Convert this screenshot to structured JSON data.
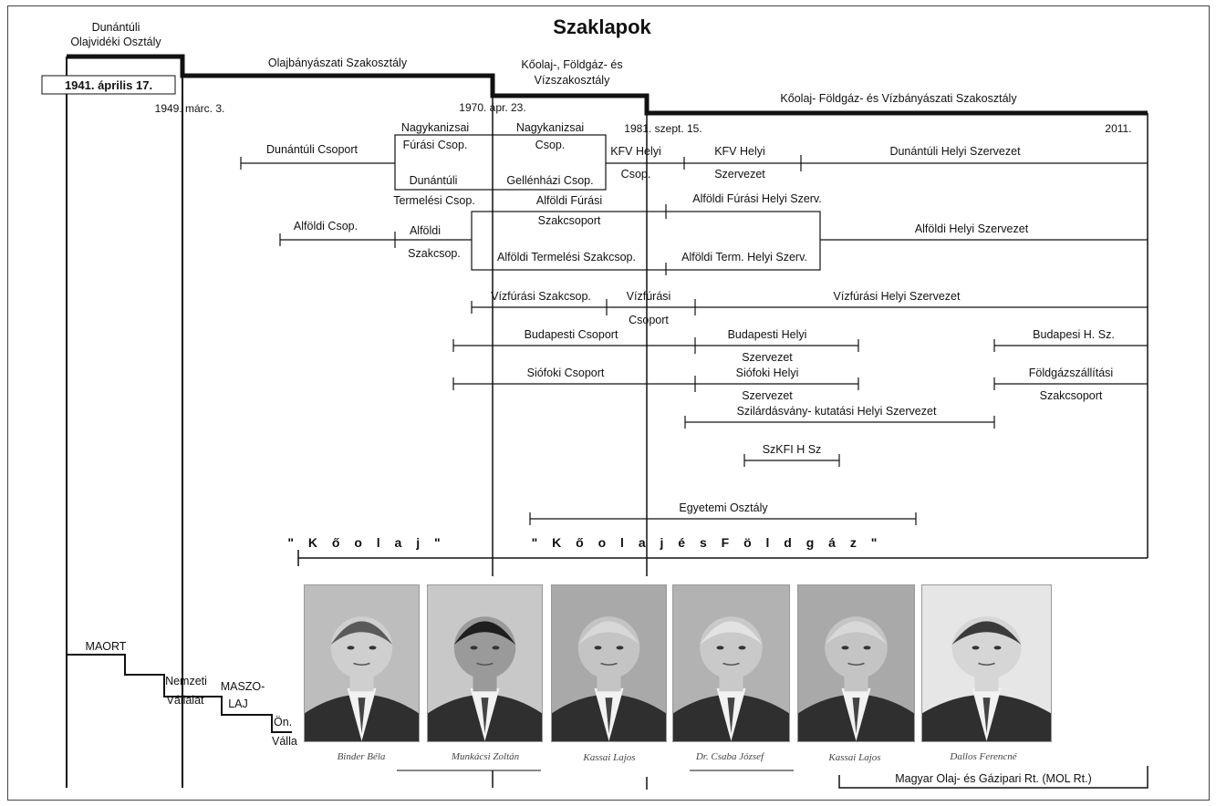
{
  "title": "Szaklapok",
  "top_labels": {
    "dunantuli_olajvideki": [
      "Dunántúli",
      "Olajvidéki Osztály"
    ],
    "olajbanyaszati": "Olajbányászati Szakosztály",
    "koolaj_foldgaz_viz": [
      "Kőolaj-, Földgáz- és",
      "Vízszakosztály"
    ],
    "koolaj_foldgaz_vizbany": "Kőolaj- Földgáz- és Vízbányászati Szakosztály"
  },
  "dates": {
    "d1941": "1941. április 17.",
    "d1949": "1949. márc. 3.",
    "d1970": "1970. ápr. 23.",
    "d1981": "1981. szept. 15.",
    "d2011": "2011."
  },
  "groups": {
    "dunantuli_csoport": "Dunántúli Csoport",
    "nagykanizsai_1": "Nagykanizsai",
    "furasi_csop": "Fúrási Csop.",
    "nagykanizsai_2": "Nagykanizsai",
    "csop": "Csop.",
    "dunantuli": "Dunántúli",
    "termelesi_csop": "Termelési Csop.",
    "gellenhazi": "Gellénházi Csop.",
    "kfv_helyi_1": "KFV Helyi",
    "csop_2": "Csop.",
    "kfv_helyi_2": "KFV Helyi",
    "szervezet": "Szervezet",
    "dunantuli_helyi": "Dunántúli Helyi Szervezet",
    "alfoldi_furasi": "Alföldi Fúrási",
    "szakcsoport": "Szakcsoport",
    "alfoldi_furasi_helyi": "Alföldi Fúrási Helyi Szerv.",
    "alfoldi_csop": "Alföldi Csop.",
    "alfoldi": "Alföldi",
    "szakcsop": "Szakcsop.",
    "alfoldi_termelesi": "Alföldi Termelési Szakcsop.",
    "alfoldi_term_helyi": "Alföldi Term. Helyi Szerv.",
    "alfoldi_helyi": "Alföldi Helyi Szervezet",
    "vizfurasi_szakcsop": "Vízfúrási Szakcsop.",
    "vizfurasi": "Vízfúrási",
    "csoport": "Csoport",
    "vizfurasi_helyi": "Vízfúrási Helyi Szervezet",
    "budapesti_csoport": "Budapesti Csoport",
    "budapesti_helyi": "Budapesti Helyi",
    "budapesti_szervezet": "Szervezet",
    "budapesi_hsz": "Budapesi H. Sz.",
    "siofoki_csoport": "Siófoki Csoport",
    "siofoki_helyi": "Siófoki Helyi",
    "siofoki_szervezet": "Szervezet",
    "foldgazszallitasi": "Földgázszállítási",
    "szakcsoport_2": "Szakcsoport",
    "szilardasvany": "Szilárdásvány- kutatási Helyi Szervezet",
    "szkfi": "SzKFI H Sz",
    "egyetemi": "Egyetemi Osztály"
  },
  "eras": {
    "koolaj": "\" K ő o l a j \"",
    "koolaj_foldgaz": "\" K ő o l a j   é s   F ö l d g á z \""
  },
  "company_steps": {
    "maort": "MAORT",
    "nemzeti": "Nemzeti",
    "vallalat": "Vállalat",
    "maszolaj_1": "MASZO-",
    "maszolaj_2": "LAJ",
    "on": "Ön.",
    "valla": "Válla",
    "mol": "Magyar Olaj- és Gázipari Rt. (MOL Rt.)"
  },
  "portraits": [
    {
      "caption": "Binder Béla",
      "hair": "#5a5a5a",
      "tone": "#cfcfcf",
      "bg": "#bdbdbd"
    },
    {
      "caption": "Munkácsi Zoltán",
      "hair": "#1e1e1e",
      "tone": "#9a9a9a",
      "bg": "#c8c8c8"
    },
    {
      "caption": "Kassai Lajos",
      "hair": "#d8d8d8",
      "tone": "#c4c4c4",
      "bg": "#a9a9a9"
    },
    {
      "caption": "Dr. Csaba József",
      "hair": "#e2e2e2",
      "tone": "#c9c9c9",
      "bg": "#b2b2b2"
    },
    {
      "caption": "Kassai Lajos",
      "hair": "#d8d8d8",
      "tone": "#c4c4c4",
      "bg": "#a9a9a9"
    },
    {
      "caption": "Dallos Ferencné",
      "hair": "#3a3a3a",
      "tone": "#d6d6d6",
      "bg": "#e6e6e6"
    }
  ]
}
